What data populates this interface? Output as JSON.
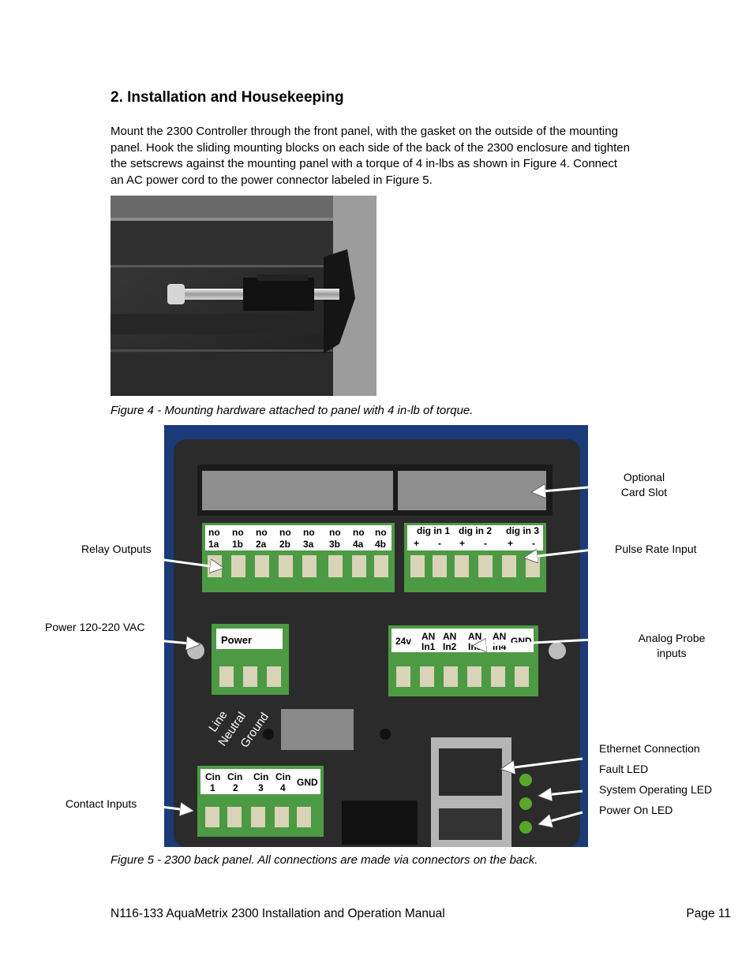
{
  "section": {
    "heading": "2.  Installation and Housekeeping",
    "paragraph": "Mount the 2300 Controller through the front panel, with the gasket on the outside of the mounting panel. Hook the sliding mounting blocks on each side of the back of the 2300 enclosure and tighten the setscrews against the mounting panel with a torque of 4 in-lbs as shown in Figure 4.  Connect an AC power cord to the power connector labeled in Figure 5."
  },
  "figure4": {
    "caption": "Figure 4 - Mounting hardware attached to panel with 4 in-lb of torque."
  },
  "figure5": {
    "caption": "Figure 5 - 2300 back panel. All connections are made via connectors on the back.",
    "callouts": {
      "optional_card_slot_1": "Optional",
      "optional_card_slot_2": "Card Slot",
      "relay_outputs": "Relay Outputs",
      "pulse_rate_input": "Pulse Rate Input",
      "power": "Power 120-220 VAC",
      "analog_probe_1": "Analog Probe",
      "analog_probe_2": "inputs",
      "ethernet": "Ethernet Connection",
      "fault_led": "Fault LED",
      "system_led": "System Operating LED",
      "power_led": "Power On LED",
      "contact_inputs": "Contact Inputs"
    },
    "panel_text": {
      "relay_top": [
        "no",
        "no",
        "no",
        "no",
        "no",
        "no",
        "no",
        "no"
      ],
      "relay_bottom": [
        "1a",
        "1b",
        "2a",
        "2b",
        "3a",
        "3b",
        "4a",
        "4b"
      ],
      "dig_top": [
        "dig in 1",
        "dig in 2",
        "dig in 3"
      ],
      "dig_signs": [
        "+",
        "-",
        "+",
        "-",
        "+",
        "-"
      ],
      "power_label": "Power",
      "power_wires": [
        "Line",
        "Neutral",
        "Ground"
      ],
      "analog_top": [
        "24v",
        "AN",
        "AN",
        "AN",
        "AN",
        "GND"
      ],
      "analog_bottom": [
        "",
        "In1",
        "In2",
        "In3",
        "In4",
        ""
      ],
      "cin_top": [
        "Cin",
        "Cin",
        "Cin",
        "Cin",
        "GND"
      ],
      "cin_bottom": [
        "1",
        "2",
        "3",
        "4",
        ""
      ]
    }
  },
  "footer": {
    "title": "N116-133 AquaMetrix 2300 Installation and Operation Manual",
    "page": "Page 11"
  }
}
